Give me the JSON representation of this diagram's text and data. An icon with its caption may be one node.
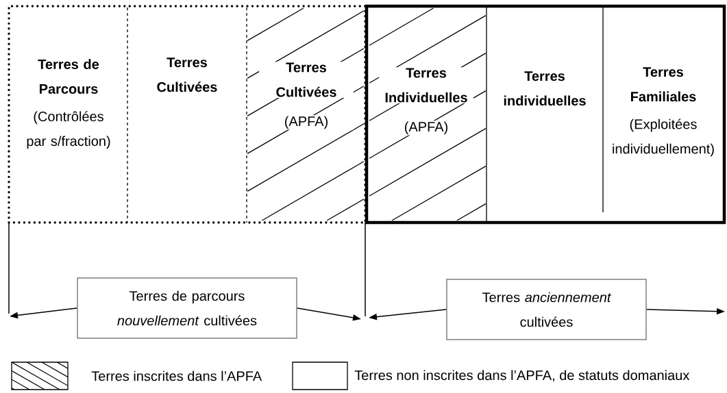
{
  "diagram": {
    "nodes": [
      {
        "text": [],
        "shape": "box"
      },
      {
        "text": [
          "Terres de Parcours",
          "(Contrôlées par s/fraction)"
        ],
        "in": 0
      },
      {
        "text": [
          "Terres Cultivées"
        ],
        "in": 0
      },
      {
        "text": [
          "Terres Cultivées",
          "(APFA)"
        ],
        "in": 0
      },
      {
        "text": [],
        "shape": "box"
      },
      {
        "text": [
          "Terres Individuelles",
          "(APFA)"
        ],
        "in": 4
      },
      {
        "text": [
          "Terres individuelles"
        ],
        "in": 4
      },
      {
        "text": [
          "Terres Familiales",
          "(Exploitées individuellement)"
        ],
        "in": 4
      },
      {
        "text": [
          "Terres de parcours *nouvellement* cultivées"
        ]
      },
      {
        "text": [
          "Terres *anciennement* cultivées"
        ]
      }
    ],
    "edges": [
      {
        "from": 8,
        "to": null,
        "arrow": "to"
      },
      {
        "from": 8,
        "to": null,
        "arrow": "to"
      },
      {
        "from": 9,
        "to": null,
        "arrow": "to"
      },
      {
        "from": 9,
        "to": null,
        "arrow": "to"
      }
    ],
    "legend": [
      {
        "text": "Terres inscrites dans l’APFA"
      },
      {
        "text": "Terres non inscrites dans l’APFA, de statuts domaniaux"
      }
    ]
  }
}
